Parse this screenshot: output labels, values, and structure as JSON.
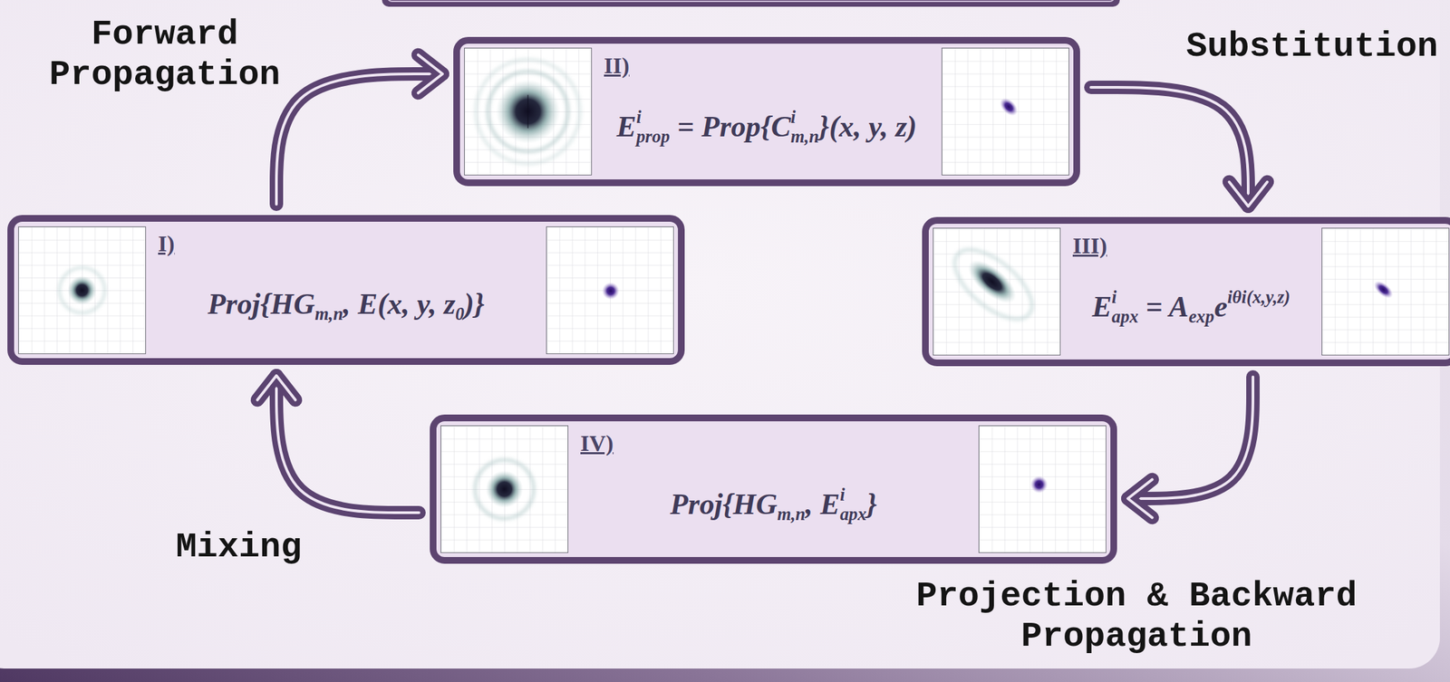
{
  "diagram": {
    "nodes": [
      {
        "text": [
          "I)",
          "Proj{HGm,n, E(x, y, z0)}"
        ]
      },
      {
        "text": [
          "II)",
          "Eiprop = Prop{Cim,n}(x, y, z)"
        ]
      },
      {
        "text": [
          "III)",
          "Eiapx = Aexpeiθi(x,y,z)"
        ]
      },
      {
        "text": [
          "IV)",
          "Proj{HGm,n, Eiapx}"
        ]
      }
    ],
    "edges": [
      {
        "from": 0,
        "to": 1,
        "arrow": "to",
        "label": "Forward Propagation"
      },
      {
        "from": 1,
        "to": 2,
        "arrow": "to",
        "label": "Substitution"
      },
      {
        "from": 2,
        "to": 3,
        "arrow": "to",
        "label": "Projection & Backward Propagation"
      },
      {
        "from": 3,
        "to": 0,
        "arrow": "to",
        "label": "Mixing"
      }
    ]
  }
}
